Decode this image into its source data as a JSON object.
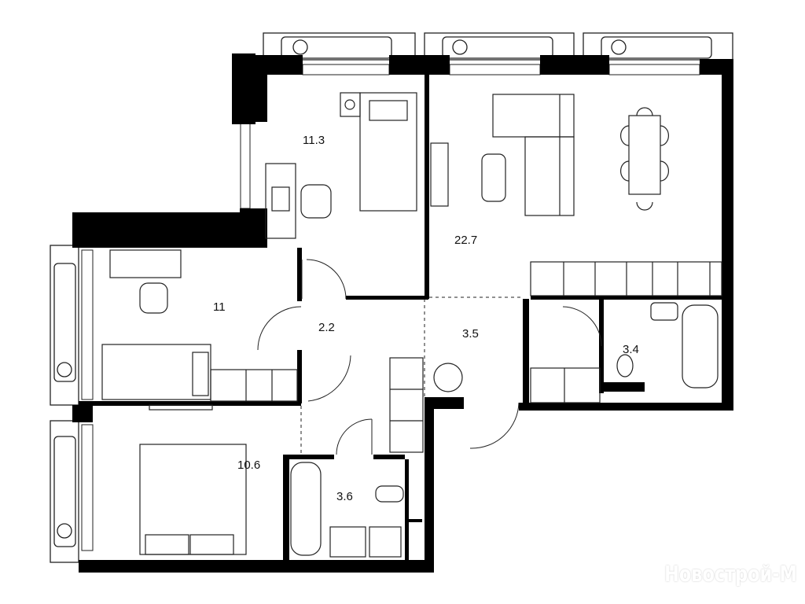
{
  "rooms": [
    {
      "name": "bedroom-upper",
      "area": "11.3"
    },
    {
      "name": "living-kitchen",
      "area": "22.7"
    },
    {
      "name": "bedroom-middle",
      "area": "11"
    },
    {
      "name": "corridor",
      "area": "2.2"
    },
    {
      "name": "hall",
      "area": "3.5"
    },
    {
      "name": "bathroom-right",
      "area": "3.4"
    },
    {
      "name": "bedroom-lower",
      "area": "10.6"
    },
    {
      "name": "bathroom-lower",
      "area": "3.6"
    }
  ],
  "watermark": "Новострой-М",
  "colors": {
    "wall": "#000000",
    "line": "#222222",
    "background": "#ffffff"
  }
}
